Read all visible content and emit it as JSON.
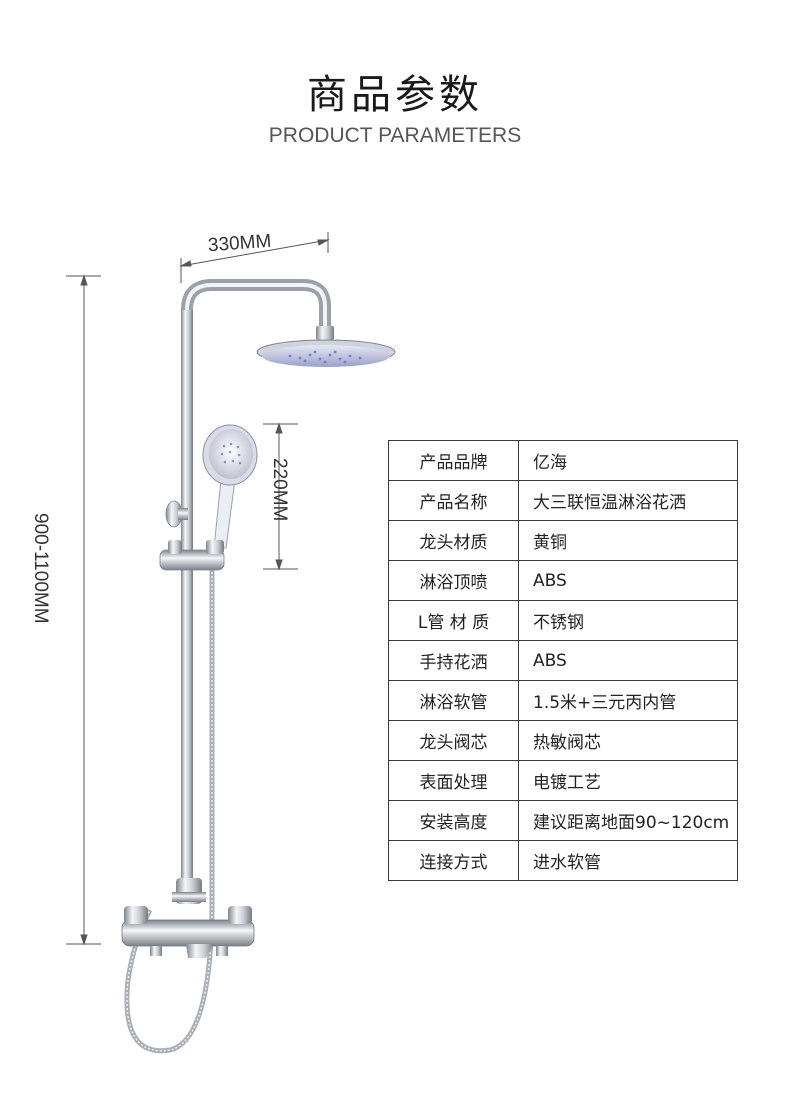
{
  "header": {
    "title": "商品参数",
    "subtitle": "PRODUCT PARAMETERS"
  },
  "dimensions": {
    "top_width": "330MM",
    "hand_shower_length": "220MM",
    "overall_height": "900-1100MM"
  },
  "params": [
    {
      "key": "产品品牌",
      "value": "亿海"
    },
    {
      "key": "产品名称",
      "value": "大三联恒温淋浴花洒"
    },
    {
      "key": "龙头材质",
      "value": "黄铜"
    },
    {
      "key": "淋浴顶喷",
      "value": "ABS"
    },
    {
      "key": "L管 材 质",
      "value": "不锈钢"
    },
    {
      "key": "手持花洒",
      "value": "ABS"
    },
    {
      "key": "淋浴软管",
      "value": "1.5米+三元丙内管"
    },
    {
      "key": "龙头阀芯",
      "value": "热敏阀芯"
    },
    {
      "key": "表面处理",
      "value": "电镀工艺"
    },
    {
      "key": "安装高度",
      "value": "建议距离地面90~120cm"
    },
    {
      "key": "连接方式",
      "value": "进水软管"
    }
  ],
  "colors": {
    "chrome_dark": "#8a9099",
    "chrome_light": "#eef1f4",
    "shower_accent": "#5a6bd6"
  }
}
